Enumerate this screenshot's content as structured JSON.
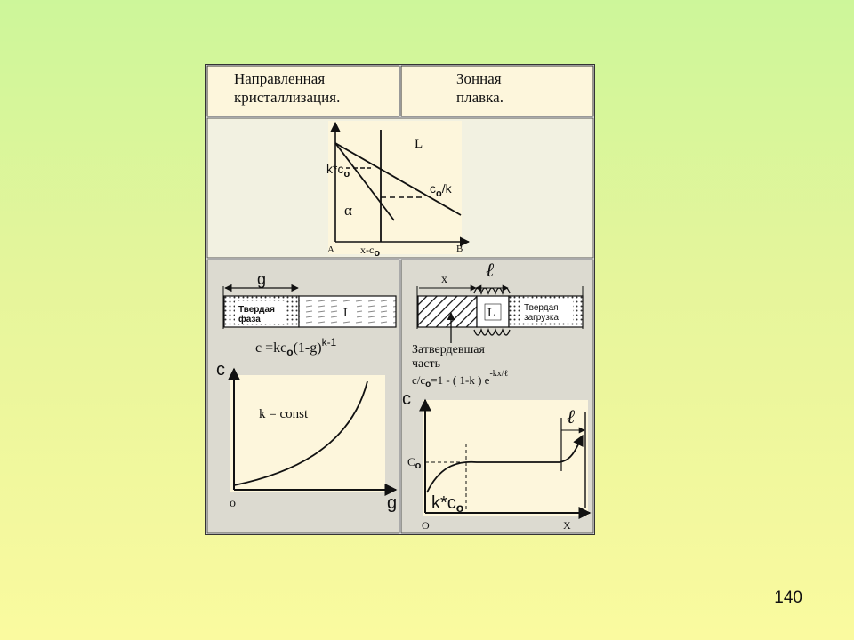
{
  "header": {
    "left_title_line1": "Направленная",
    "left_title_line2": "кристаллизация.",
    "right_title_line1": "Зонная",
    "right_title_line2": "плавка."
  },
  "phase_diagram": {
    "liquid_label": "L",
    "kc0_label": "k*c",
    "kc0_sub": "o",
    "c0k_label": "c",
    "c0k_sub": "o",
    "c0k_suffix": "/k",
    "alpha_label": "α",
    "axis_left_label": "A",
    "axis_right_label": "B",
    "x_label_prefix": "x-c",
    "x_label_sub": "o"
  },
  "directional": {
    "g_label": "g",
    "solid_label_line1": "Твердая",
    "solid_label_line2": "фаза",
    "liquid_label": "L",
    "formula_prefix": "c =kc",
    "formula_sub": "o",
    "formula_suffix": "(1-g)",
    "formula_sup": "k-1",
    "plot": {
      "y_axis_label": "c",
      "x_axis_label": "g",
      "origin_label": "o",
      "annotation": "k = const"
    }
  },
  "zone": {
    "zone_width_label": "ℓ",
    "x_label": "x",
    "liquid_label": "L",
    "charge_label_line1": "Твердая",
    "charge_label_line2": "загрузка",
    "solidified_line1": "Затвердевшая",
    "solidified_line2": "часть",
    "formula_prefix": "c/c",
    "formula_sub": "o",
    "formula_suffix": "=1 - ( 1-k ) e",
    "formula_sup": "-kx/ℓ",
    "plot": {
      "y_axis_label": "c",
      "c0_label": "C",
      "c0_sub": "o",
      "kc0_label": "k*c",
      "kc0_sub": "o",
      "zone_label": "ℓ",
      "origin_label": "O",
      "x_axis_label": "X"
    }
  },
  "slide_number": "140",
  "colors": {
    "panel_fill": "#f2f1e1",
    "panel_dark": "#dcdad0",
    "inner_fill": "#fdf6dc",
    "stroke": "#222222"
  }
}
